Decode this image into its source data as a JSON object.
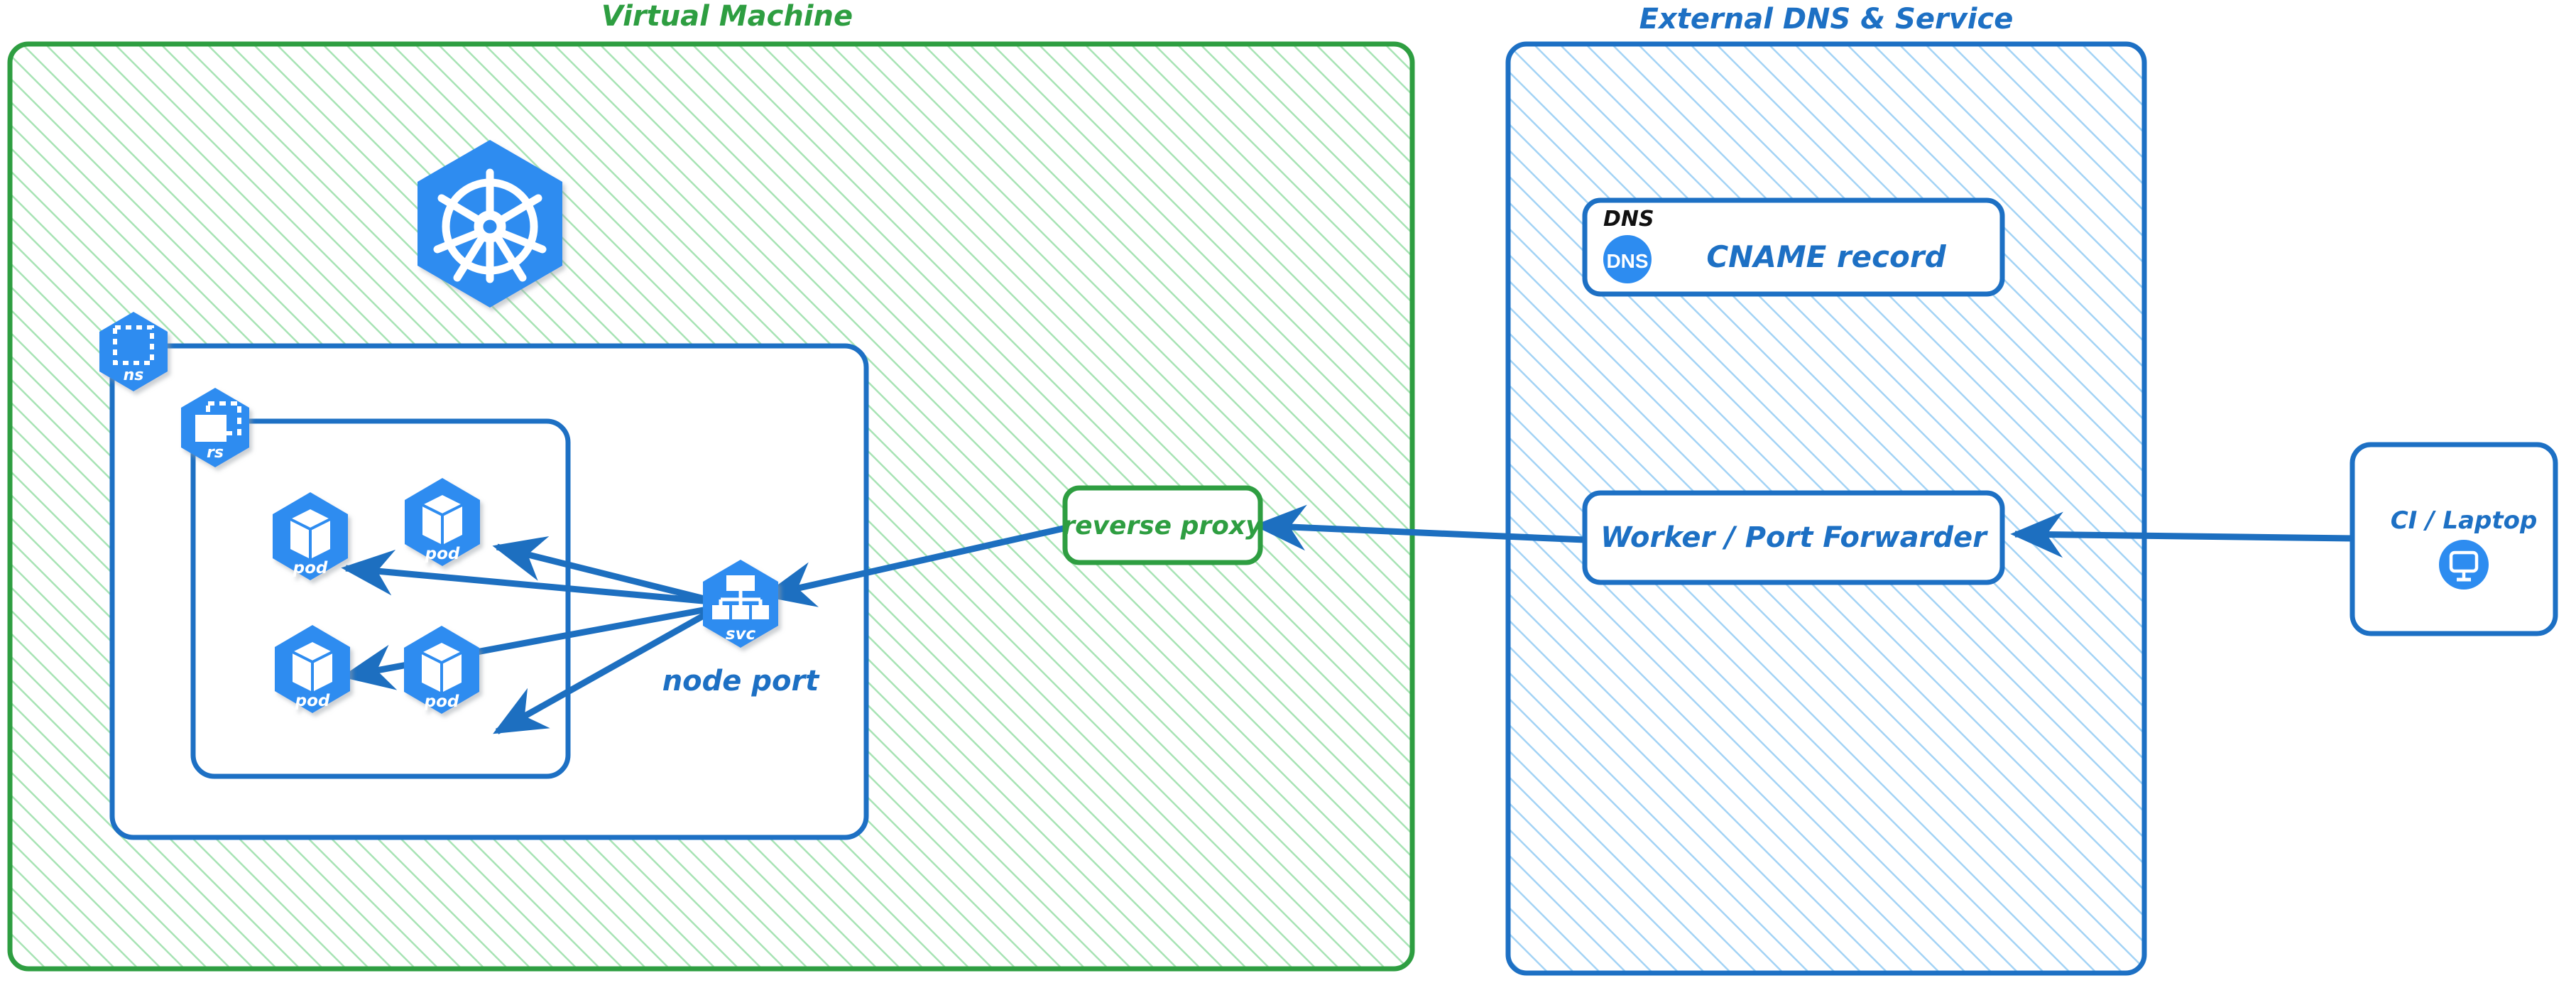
{
  "diagram": {
    "title": "Kubernetes NodePort exposure via reverse proxy and external DNS",
    "background": "#ffffff",
    "colors": {
      "green_stroke": "#2e9e41",
      "green_hatch": "#a7e3b4",
      "blue_stroke": "#1d70c4",
      "blue_hatch": "#a3d3f5",
      "k8s_blue": "#2d8cf0",
      "arrow_blue": "#1d6fc0",
      "white": "#ffffff",
      "black": "#111111"
    }
  },
  "groups": [
    {
      "id": "virtual-machine",
      "label": "Virtual Machine",
      "label_color": "#2e9e41",
      "fill": "hatch-green",
      "stroke": "#2e9e41"
    },
    {
      "id": "external-dns-service",
      "label": "External DNS & Service",
      "label_color": "#1d70c4",
      "fill": "hatch-blue",
      "stroke": "#1d70c4"
    }
  ],
  "vm": {
    "ns_badge": {
      "label": "ns",
      "icon": "namespace-icon"
    },
    "rs_badge": {
      "label": "rs",
      "icon": "replicaset-icon"
    },
    "k8s_logo": {
      "icon": "kubernetes-wheel-icon",
      "label": ""
    },
    "pods": [
      {
        "label": "pod",
        "icon": "pod-cube-icon"
      },
      {
        "label": "pod",
        "icon": "pod-cube-icon"
      },
      {
        "label": "pod",
        "icon": "pod-cube-icon"
      },
      {
        "label": "pod",
        "icon": "pod-cube-icon"
      }
    ],
    "service": {
      "badge_label": "svc",
      "icon": "service-tree-icon",
      "caption": "node port"
    },
    "reverse_proxy": {
      "label": "reverse proxy",
      "stroke": "#2e9e41",
      "text_color": "#2e9e41"
    }
  },
  "external": {
    "dns_card": {
      "corner_label": "DNS",
      "badge_text": "DNS",
      "title": "CNAME record",
      "stroke": "#1d70c4",
      "text_color": "#1d70c4",
      "corner_label_color": "#111111"
    },
    "worker_card": {
      "label": "Worker / Port Forwarder",
      "stroke": "#1d70c4",
      "text_color": "#1d70c4"
    }
  },
  "client": {
    "card": {
      "label": "CI / Laptop",
      "icon": "desktop-monitor-icon",
      "stroke": "#1d70c4",
      "text_color": "#1d70c4"
    }
  },
  "edges": [
    {
      "id": "svc-to-pod-1",
      "from": "service",
      "to": "pod-1",
      "direction": "to"
    },
    {
      "id": "svc-to-pod-2",
      "from": "service",
      "to": "pod-2",
      "direction": "to"
    },
    {
      "id": "svc-to-pod-3",
      "from": "service",
      "to": "pod-3",
      "direction": "to"
    },
    {
      "id": "svc-to-pod-4",
      "from": "service",
      "to": "pod-4",
      "direction": "to"
    },
    {
      "id": "proxy-to-svc",
      "from": "reverse-proxy",
      "to": "service",
      "direction": "to"
    },
    {
      "id": "worker-to-proxy",
      "from": "worker-card",
      "to": "reverse-proxy",
      "direction": "to"
    },
    {
      "id": "client-to-worker",
      "from": "ci-laptop",
      "to": "worker-card",
      "direction": "to"
    }
  ]
}
